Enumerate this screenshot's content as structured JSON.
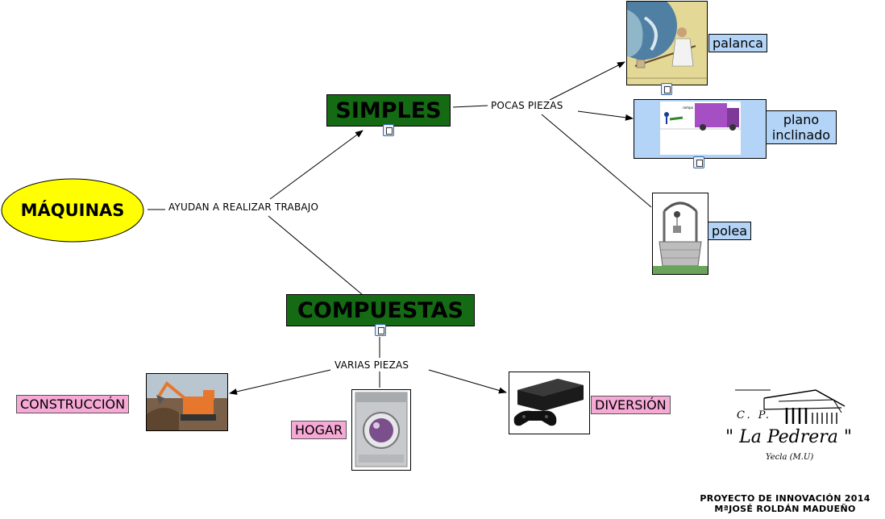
{
  "concepts": {
    "main": "MÁQUINAS",
    "simples": "SIMPLES",
    "compuestas": "COMPUESTAS"
  },
  "links": {
    "ayudan": "AYUDAN A REALIZAR TRABAJO",
    "pocas": "POCAS PIEZAS",
    "varias": "VARIAS PIEZAS"
  },
  "simple_examples": {
    "palanca": "palanca",
    "plano": "plano inclinado",
    "polea": "polea"
  },
  "compound_examples": {
    "construccion": "CONSTRUCCIÓN",
    "hogar": "HOGAR",
    "diversion": "DIVERSIÓN"
  },
  "logo": {
    "initials": "C. P.",
    "name": "\" La Pedrera \"",
    "town": "Yecla (M.U)"
  },
  "footer": {
    "line1": "PROYECTO DE INNOVACIÓN 2014",
    "line2": "MªJOSÉ ROLDÁN MADUEÑO"
  },
  "colors": {
    "main_fill": "#ffff00",
    "concept_fill": "#146b14",
    "tag_blue": "#b3d4f7",
    "tag_pink": "#f7a9d6"
  }
}
